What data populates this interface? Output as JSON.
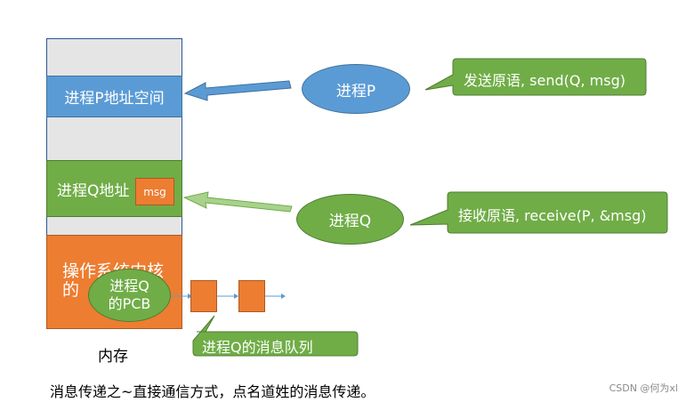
{
  "memory": {
    "process_p_space": "进程P地址空间",
    "process_q_space": "进程Q地址",
    "msg_label": "msg",
    "os_kernel": "操作系统内核",
    "os_kernel_fragment": "的",
    "memory_label": "内存"
  },
  "processes": {
    "p_label": "进程P",
    "q_label": "进程Q",
    "pcb_line1": "进程Q",
    "pcb_line2": "的PCB"
  },
  "callouts": {
    "send": "发送原语, send(Q, msg)",
    "receive": "接收原语, receive(P, &msg)",
    "queue": "进程Q的消息队列"
  },
  "caption": "消息传递之~直接通信方式，点名道姓的消息传递。",
  "watermark": "CSDN @何为xl",
  "colors": {
    "blue": "#5b9bd5",
    "green": "#70ad47",
    "orange": "#ed7d31",
    "gray": "#e5e5e5"
  }
}
